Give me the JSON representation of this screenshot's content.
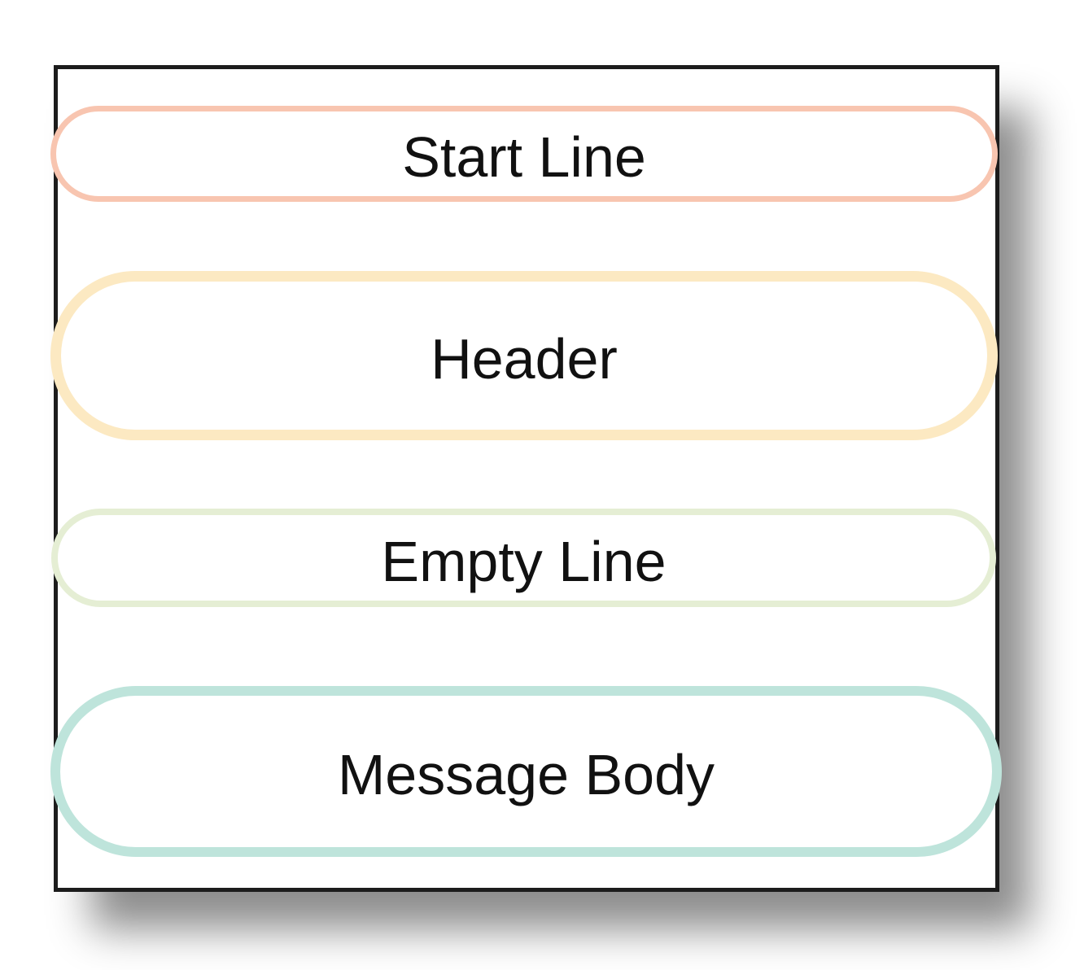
{
  "diagram": {
    "frame": {
      "border_color": "#1c1c1c",
      "background_color": "#ffffff",
      "shadow_color": "rgba(0,0,0,0.45)"
    },
    "blocks": [
      {
        "label": "Start Line",
        "border_color": "#f8c5b0",
        "size": "small"
      },
      {
        "label": "Header",
        "border_color": "#fce9c2",
        "size": "large"
      },
      {
        "label": "Empty Line",
        "border_color": "#e5eed4",
        "size": "small"
      },
      {
        "label": "Message Body",
        "border_color": "#bee4db",
        "size": "large"
      }
    ],
    "text_color": "#111111"
  }
}
